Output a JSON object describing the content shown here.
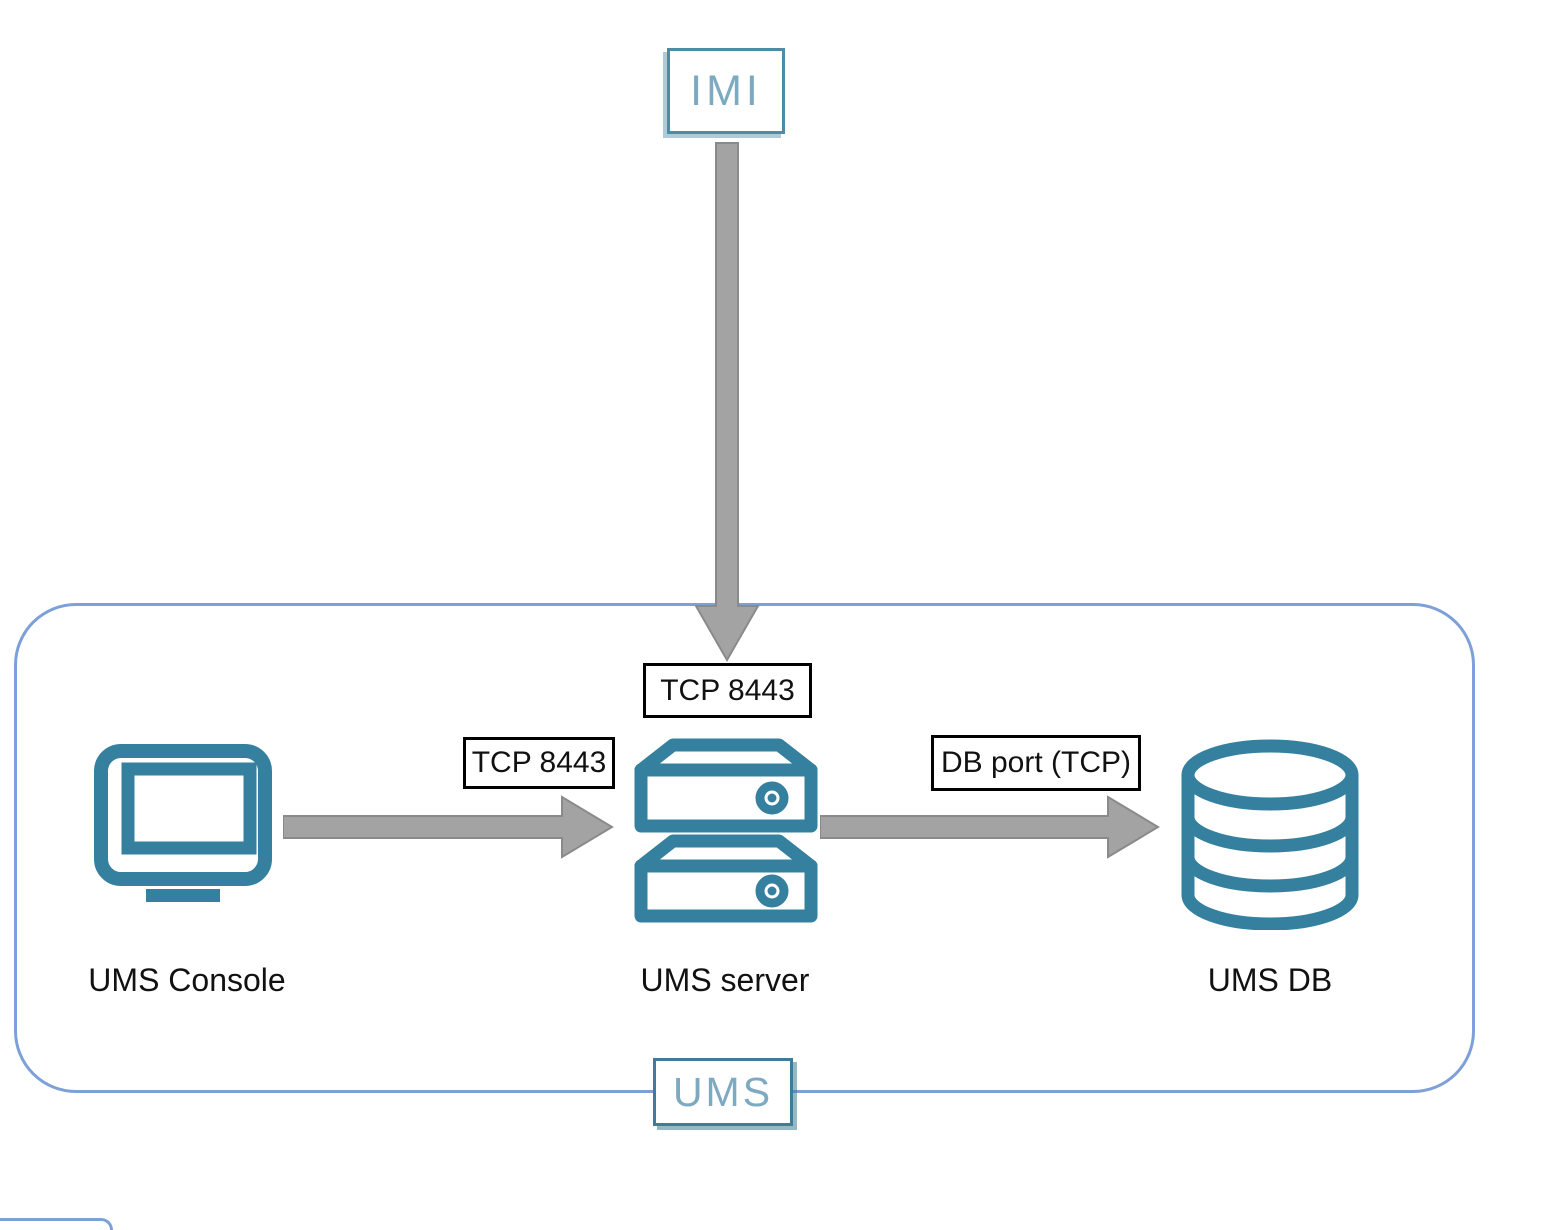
{
  "diagram": {
    "type": "architecture",
    "external_node": {
      "id": "imi",
      "label": "IMI"
    },
    "boundary": {
      "id": "ums",
      "label": "UMS"
    },
    "nodes": [
      {
        "id": "ums-console",
        "label": "UMS Console",
        "icon": "monitor-icon"
      },
      {
        "id": "ums-server",
        "label": "UMS server",
        "icon": "server-stack-icon"
      },
      {
        "id": "ums-db",
        "label": "UMS DB",
        "icon": "database-icon"
      }
    ],
    "connections": [
      {
        "from": "IMI",
        "to": "UMS server",
        "label": "TCP 8443",
        "direction": "down"
      },
      {
        "from": "UMS Console",
        "to": "UMS server",
        "label": "TCP 8443",
        "direction": "right"
      },
      {
        "from": "UMS server",
        "to": "UMS DB",
        "label": "DB port (TCP)",
        "direction": "right"
      }
    ],
    "colors": {
      "icon_teal": "#35809e",
      "teal_box_border": "#4d8ca8",
      "teal_box_text": "#7daac1",
      "boundary_border": "#7da0d8",
      "arrow_fill": "#a3a3a3",
      "arrow_outline": "#8a8a8a",
      "port_label_border": "#000000",
      "port_label_text": "#111111",
      "node_label_text": "#111111",
      "background": "#ffffff"
    }
  }
}
